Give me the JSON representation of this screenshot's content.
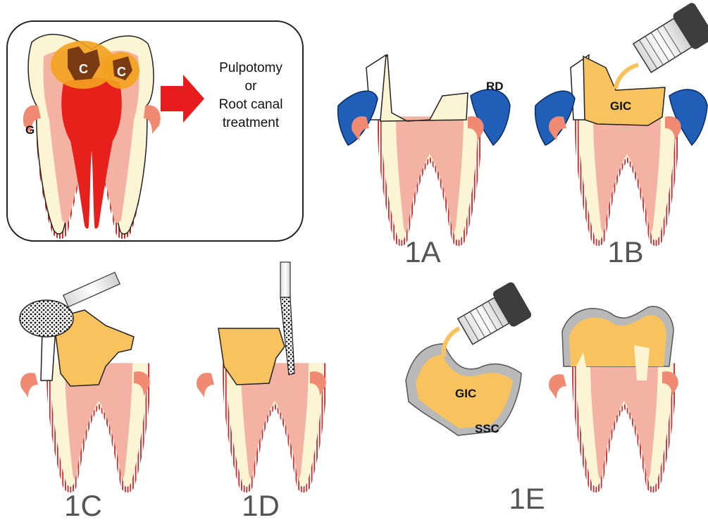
{
  "intro_panel": {
    "caries_label_1": "C",
    "caries_label_2": "C",
    "gingiva_label": "G",
    "treatment_note": [
      "Pulpotomy",
      "or",
      "Root canal",
      "treatment"
    ]
  },
  "steps": {
    "step_1a": {
      "label": "1A",
      "dam_label": "RD"
    },
    "step_1b": {
      "label": "1B",
      "material_label": "GIC"
    },
    "step_1c": {
      "label": "1C"
    },
    "step_1d": {
      "label": "1D"
    },
    "step_1e": {
      "label": "1E",
      "material_label": "GIC",
      "crown_label": "SSC"
    }
  },
  "colors": {
    "enamel": "#fbf5d3",
    "dentin": "#f3b2a2",
    "pulp_red": "#e8201c",
    "caries_brown": "#7a3b12",
    "caries_orange": "#f3a21e",
    "gic_yellow": "#f8c35e",
    "rubber_dam_blue": "#1f5fb8",
    "gingiva_salmon": "#f08a73",
    "crown_gray": "#b9b9b9",
    "arrow_red": "#e71c1c",
    "syringe_dark": "#3d3d3d"
  }
}
